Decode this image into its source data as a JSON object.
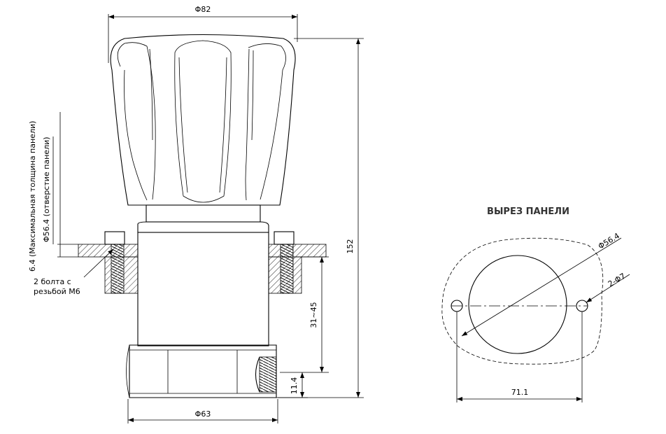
{
  "dimensions": {
    "knob_diameter": "Φ82",
    "base_diameter": "Φ63",
    "total_height": "152",
    "panel_adjust": "31~45",
    "port_height": "11.4",
    "panel_hole": "Φ56.4 (отверстие панели)",
    "panel_thickness": "6.4 (Максимальная толщина панели)"
  },
  "bolts_note": [
    "2 болта с",
    "резьбой M6"
  ],
  "panel_cutout": {
    "title": "ВЫРЕЗ ПАНЕЛИ",
    "hole_diameter": "Φ56.4",
    "bolt_holes": "2-Φ7",
    "hole_spacing": "71.1"
  }
}
